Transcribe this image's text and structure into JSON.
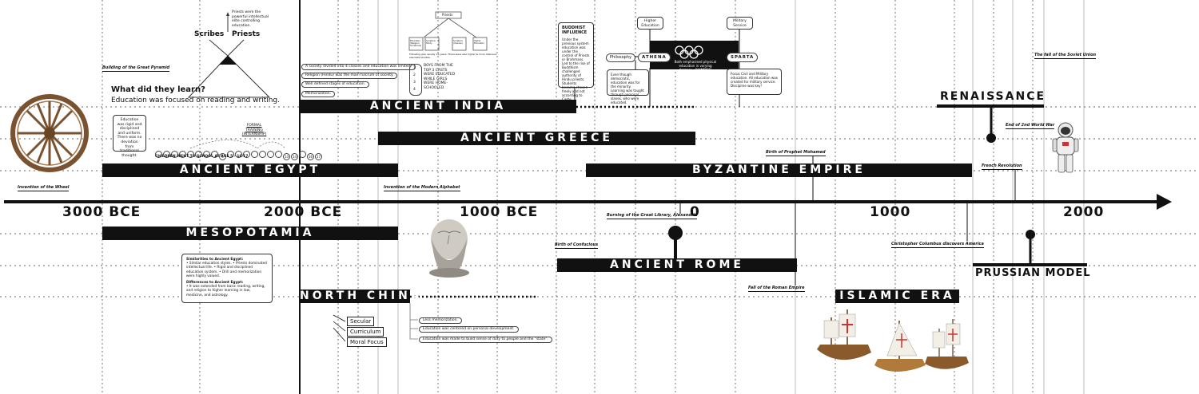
{
  "axis": {
    "years": [
      "3000 BCE",
      "2000 BCE",
      "1000 BCE",
      "0",
      "1000",
      "2000"
    ]
  },
  "eras": {
    "india": "ANCIENT INDIA",
    "greece": "ANCIENT GREECE",
    "egypt": "ANCIENT EGYPT",
    "byzantine": "BYZANTINE EMPIRE",
    "mesopotamia": "MESOPOTAMIA",
    "rome": "ANCIENT ROME",
    "north_china": "NORTH CHINA",
    "islamic": "ISLAMIC ERA",
    "renaissance": "RENAISSANCE",
    "prussian": "PRUSSIAN MODEL"
  },
  "events": {
    "wheel": "Invention of the Wheel",
    "pyramid": "Building of the Great Pyramid",
    "alphabet": "Invention of the Modern Alphabet",
    "library": "Burning of the Great Library, Alexandria",
    "confucius": "Birth of Confucious",
    "mohamed": "Birth of Prophet Mohamed",
    "rome_fall": "Fall of the Roman Empire",
    "columbus": "Christopher Columbus discovers America",
    "french": "French Revolution",
    "ww2": "End of 2nd World War",
    "soviet": "The fall of the Soviet Union"
  },
  "egypt": {
    "scribes": "Scribes",
    "priests": "Priests",
    "priests_note": "Priests were the powerful intellectual elite controlling education.",
    "question": "What did they learn?",
    "answer": "Education was focused on reading and writing.",
    "rigid_note": "Education was rigid and disciplined and uniform. There was no deviation from traditional thought.",
    "training": "FORMAL TRAINING (INTERNSHIP)",
    "age_caption": "CHILDREN WENT TO SCHOOL AT AGE 5 - 16/17",
    "ages": [
      "",
      "",
      "",
      "",
      "",
      "",
      "",
      "",
      "5",
      "",
      "",
      "",
      "",
      "",
      "",
      "",
      "13",
      "14",
      "",
      "16",
      "17"
    ]
  },
  "india": {
    "notes": [
      "A society divided into 4 classes and education was limited.",
      "Religion (Hindu) was the main fulcrum of society.",
      "Well defined stages of education.",
      "Memorization."
    ],
    "boys": "BOYS FROM THE TOP 3 CASTS WERE EDUCATED WHILE GIRLS WERE HOME-SCHOOLED",
    "stage_nums": [
      "1",
      "2",
      "3",
      "4"
    ],
    "priests_box": "Priests",
    "flow_boxes": [
      "Education (Religion, Scriptures)",
      "Scripture Study",
      "Scripture (Intense)",
      "Higher Education"
    ],
    "flow_caption": "Following was usually 12 years. There were also higher & more intensive specialist studies."
  },
  "buddhist": {
    "title": "BUDDHIST INFLUENCE",
    "body": "Under the previous system education was under the control of Priests or Brahmans. Led to the rise of Buddhism challenged authority of Hindu priests. Students became chosen freely and not according to Caste."
  },
  "greece": {
    "higher_ed": "Higher Education",
    "military": "Military Service",
    "philosophy": "Philosophy",
    "athena": "ATHENA",
    "sparta": "SPARTA",
    "olympic_note": "Both emphasised physical education in varying degrees...OLYMPICS!",
    "athena_note": "Even though democratic, education was for the minority. Learning was taught through personal slaves, who were educated.",
    "sparta_note": "Focus Civil and Military education. All education was created for military service. Discipline was key!"
  },
  "mesopotamia": {
    "note_title1": "Similarities to Ancient Egypt:",
    "note_body1": "• Similar education styles. • Priests dominated intellectual life. • Rigid and disciplined education system. • Drill and memorization were highly valued.",
    "note_title2": "Differences to Ancient Egypt:",
    "note_body2": "• It was extended from basic reading, writing, and religion to higher learning in law, medicine, and astrology."
  },
  "china": {
    "tags": [
      "Secular",
      "Curriculum",
      "Moral Focus"
    ],
    "notes": [
      "Less memorization.",
      "Education was centered on personal development.",
      "Education was made to build sense of duty to people and the \"state\"."
    ]
  },
  "colors": {
    "ink": "#111111",
    "wheel": "#7a5230",
    "ship": "#b07a3a",
    "sail": "#f3efe6"
  }
}
